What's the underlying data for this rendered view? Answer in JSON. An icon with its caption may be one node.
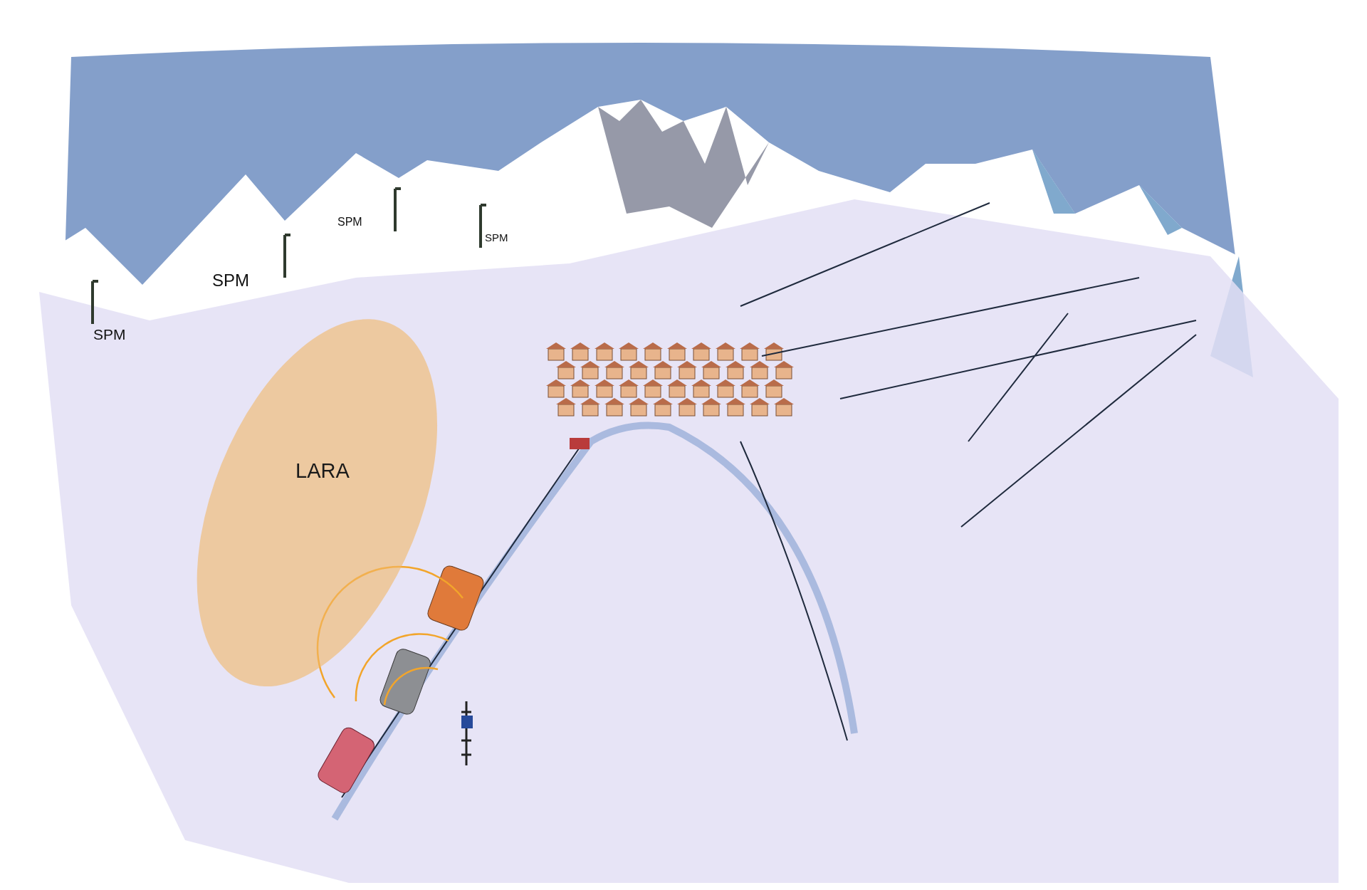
{
  "diagram": {
    "nodes": [
      {
        "text": [
          "LARA"
        ]
      }
    ],
    "labels": [
      "SPM",
      "SPM",
      "SPM",
      "SPM"
    ]
  }
}
